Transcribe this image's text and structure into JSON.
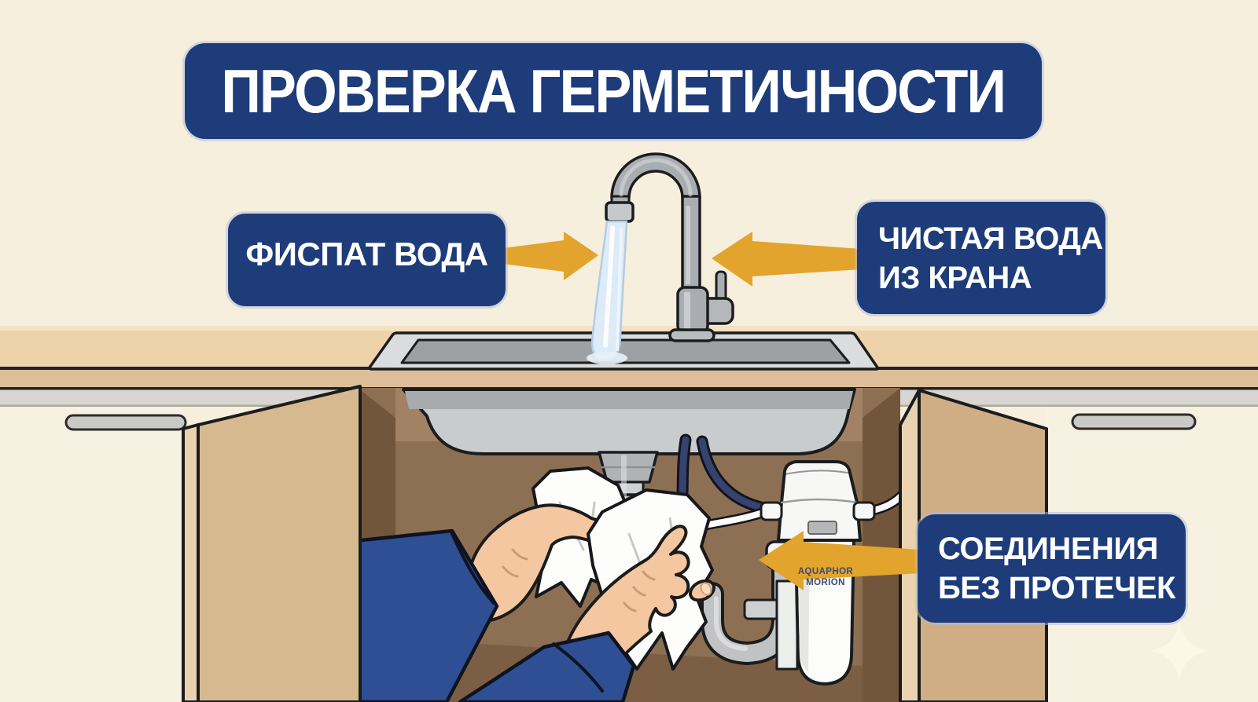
{
  "title": "ПРОВЕРКА ГЕРМЕТИЧНОСТИ",
  "callouts": {
    "filtrate": {
      "text": "ФИСПАТ ВОДА",
      "arrow": "arrow-right-icon"
    },
    "tap_water": {
      "line1": "ЧИСТАЯ ВОДА",
      "line2": "ИЗ КРАНА",
      "arrow": "arrow-left-icon"
    },
    "no_leaks": {
      "line1": "СОЕДИНЕНИЯ",
      "line2": "БЕЗ ПРОТЕЧЕК",
      "arrow": "arrow-left-icon"
    }
  },
  "filter_unit": {
    "brand": "AQUAPHOR",
    "model": "MORION"
  },
  "icons": {
    "sparkle": "sparkle-icon"
  },
  "colors": {
    "badge_blue": "#1e3c7a",
    "arrow_gold": "#e2a42c",
    "wall_cream": "#f6efdd",
    "counter_tan": "#eed2a9",
    "counter_edge_tan": "#dcbf98",
    "cabinet_brown": "#8d7053",
    "door_tan": "#d6b98f",
    "sink_gray": "#c9cccd",
    "pipe_gray": "#c0c2c4",
    "tube_navy": "#36436f",
    "sleeve_navy": "#2e4f93",
    "skin_tone": "#f4c7a0",
    "water_blue": "#dcebf7",
    "text_white": "#ffffff"
  }
}
